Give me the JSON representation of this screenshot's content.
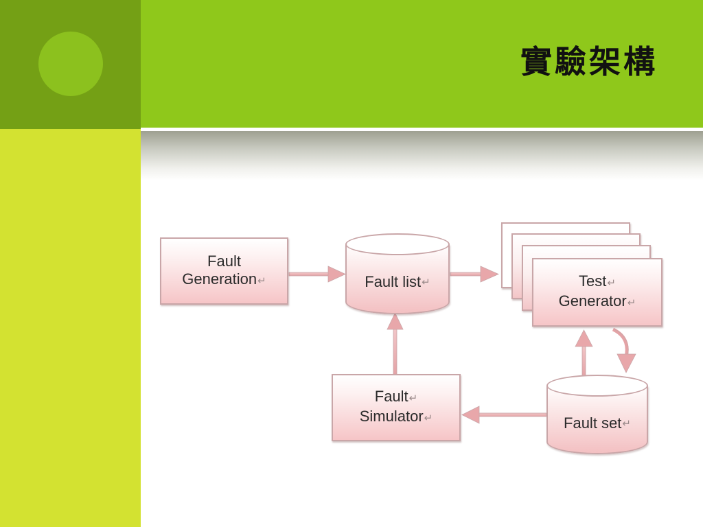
{
  "slide": {
    "title": "實驗架構"
  },
  "diagram": {
    "return_mark": "↵",
    "nodes": {
      "fault_generation": {
        "line1": "Fault",
        "line2": "Generation"
      },
      "fault_list": {
        "label": "Fault list"
      },
      "test_generator": {
        "line1": "Test",
        "line2": "Generator"
      },
      "fault_simulator": {
        "line1": "Fault",
        "line2": "Simulator"
      },
      "fault_set": {
        "label": "Fault set"
      }
    },
    "edges": [
      {
        "from": "Fault Generation",
        "to": "Fault list"
      },
      {
        "from": "Fault list",
        "to": "Test Generator"
      },
      {
        "from": "Fault set",
        "to": "Test Generator"
      },
      {
        "from": "Test Generator",
        "to": "Fault set"
      },
      {
        "from": "Fault set",
        "to": "Fault Simulator"
      },
      {
        "from": "Fault Simulator",
        "to": "Fault list"
      }
    ]
  }
}
